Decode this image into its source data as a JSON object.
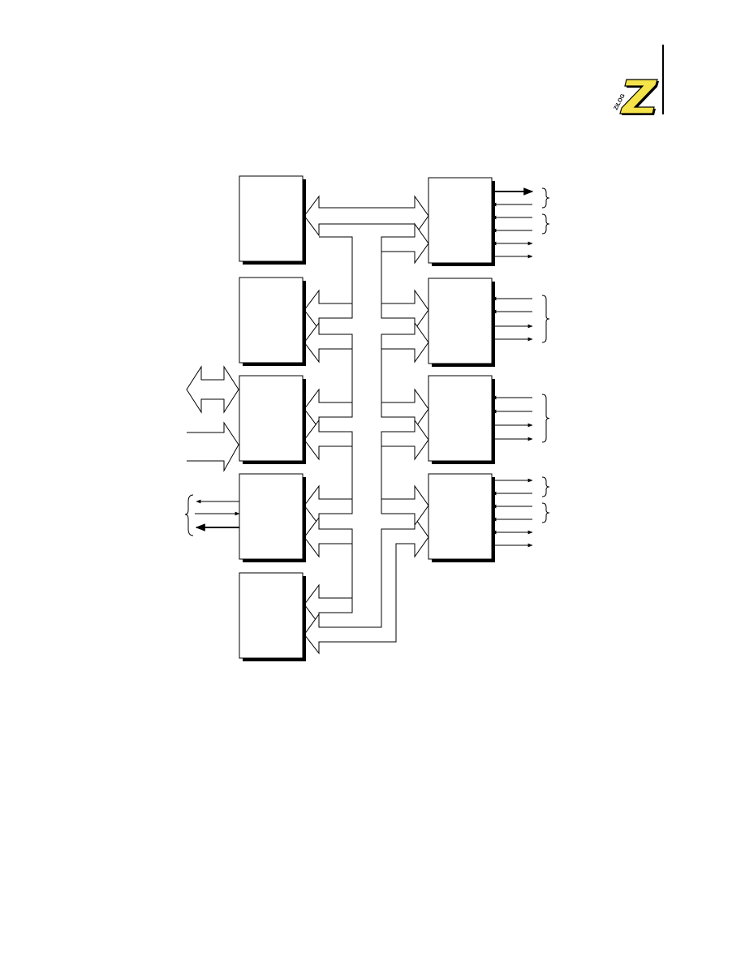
{
  "header": {
    "logo": {
      "name": "zilog-logo",
      "text": "ZiLOG",
      "accent": "#f5e34a",
      "ink": "#000000"
    }
  },
  "diagram": {
    "style": {
      "stroke": "#000000",
      "fill": "#ffffff",
      "shadow": "#000000"
    },
    "left_blocks": [
      {
        "id": "left-block-1",
        "label": ""
      },
      {
        "id": "left-block-2",
        "label": ""
      },
      {
        "id": "left-block-3",
        "label": ""
      },
      {
        "id": "left-block-4",
        "label": ""
      },
      {
        "id": "left-block-5",
        "label": ""
      }
    ],
    "right_blocks": [
      {
        "id": "right-block-1",
        "label": "",
        "io": [
          "out",
          "in",
          "in",
          "in",
          "bidir",
          "out"
        ],
        "braces": [
          [
            0,
            1
          ],
          [
            2,
            3
          ]
        ]
      },
      {
        "id": "right-block-2",
        "label": "",
        "io": [
          "in",
          "in",
          "out",
          "out"
        ],
        "braces": [
          [
            0,
            3
          ]
        ]
      },
      {
        "id": "right-block-3",
        "label": "",
        "io": [
          "in",
          "in",
          "out",
          "out"
        ],
        "braces": [
          [
            0,
            3
          ]
        ]
      },
      {
        "id": "right-block-4",
        "label": "",
        "io": [
          "out",
          "in",
          "in",
          "in",
          "bidir",
          "out"
        ],
        "braces": [
          [
            0,
            1
          ],
          [
            2,
            3
          ]
        ]
      }
    ],
    "left_external": {
      "bidir_bus": "",
      "input_bus": "",
      "outputs": [
        "",
        ""
      ]
    }
  }
}
